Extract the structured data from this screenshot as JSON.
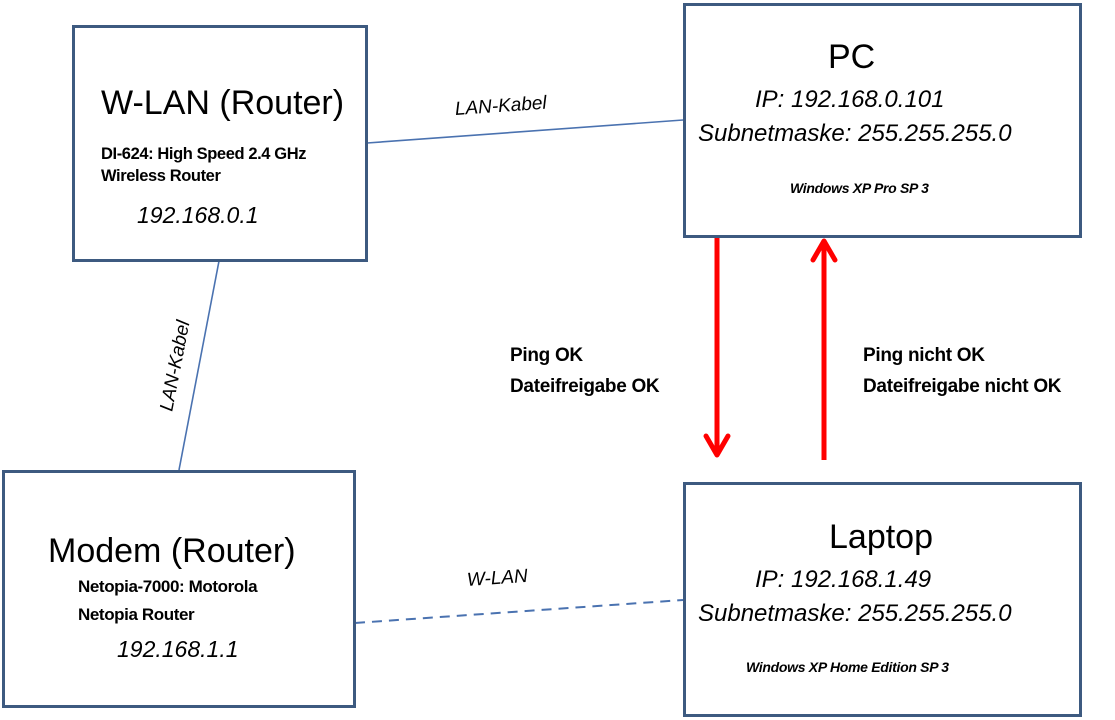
{
  "diagram": {
    "nodes": {
      "wlan_router": {
        "title": "W-LAN (Router)",
        "model_line1": "DI-624: High Speed 2.4 GHz",
        "model_line2": "Wireless Router",
        "ip": "192.168.0.1"
      },
      "pc": {
        "title": "PC",
        "ip": "IP: 192.168.0.101",
        "subnet": "Subnetmaske: 255.255.255.0",
        "os": "Windows XP Pro SP 3"
      },
      "modem_router": {
        "title": "Modem (Router)",
        "model_line1": "Netopia-7000: Motorola",
        "model_line2": "Netopia Router",
        "ip": "192.168.1.1"
      },
      "laptop": {
        "title": "Laptop",
        "ip": "IP: 192.168.1.49",
        "subnet": "Subnetmaske: 255.255.255.0",
        "os": "Windows XP Home Edition SP 3"
      }
    },
    "connections": {
      "wlan_to_pc": {
        "label": "LAN-Kabel",
        "style": "solid"
      },
      "wlan_to_modem": {
        "label": "LAN-Kabel",
        "style": "solid"
      },
      "modem_to_laptop": {
        "label": "W-LAN",
        "style": "dashed"
      }
    },
    "arrows": {
      "pc_to_laptop": {
        "line1": "Ping OK",
        "line2": "Dateifreigabe OK"
      },
      "laptop_to_pc": {
        "line1": "Ping nicht OK",
        "line2": "Dateifreigabe nicht OK"
      }
    },
    "colors": {
      "box_border": "#3d5a80",
      "connector": "#4a72b0",
      "arrow": "#ff0000"
    }
  }
}
